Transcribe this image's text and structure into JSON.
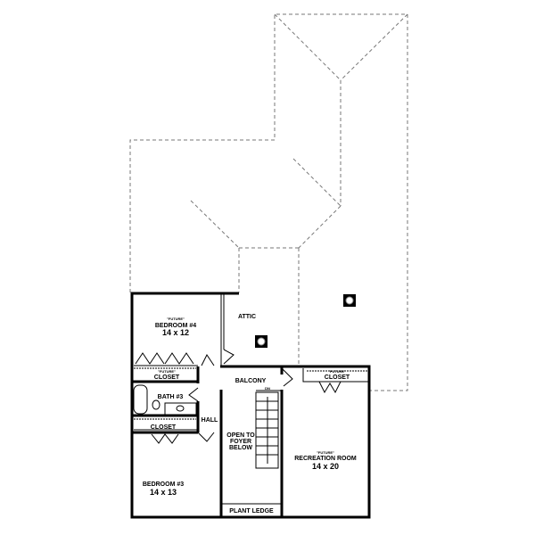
{
  "plan": {
    "attic": "ATTIC",
    "future_tag": "\"FUTURE\"",
    "bedroom4": {
      "name": "BEDROOM #4",
      "size": "14 x 12"
    },
    "closet4": "CLOSET",
    "bath3": "BATH #3",
    "closet3": "CLOSET",
    "hall": "HALL",
    "balcony": "BALCONY",
    "dn": "DN",
    "open_foyer": [
      "OPEN TO",
      "FOYER",
      "BELOW"
    ],
    "rec_closet": "CLOSET",
    "recreation": {
      "name": "RECREATION ROOM",
      "size": "14 x 20"
    },
    "bedroom3": {
      "name": "BEDROOM #3",
      "size": "14 x 13"
    },
    "plant_ledge": "PLANT LEDGE"
  }
}
